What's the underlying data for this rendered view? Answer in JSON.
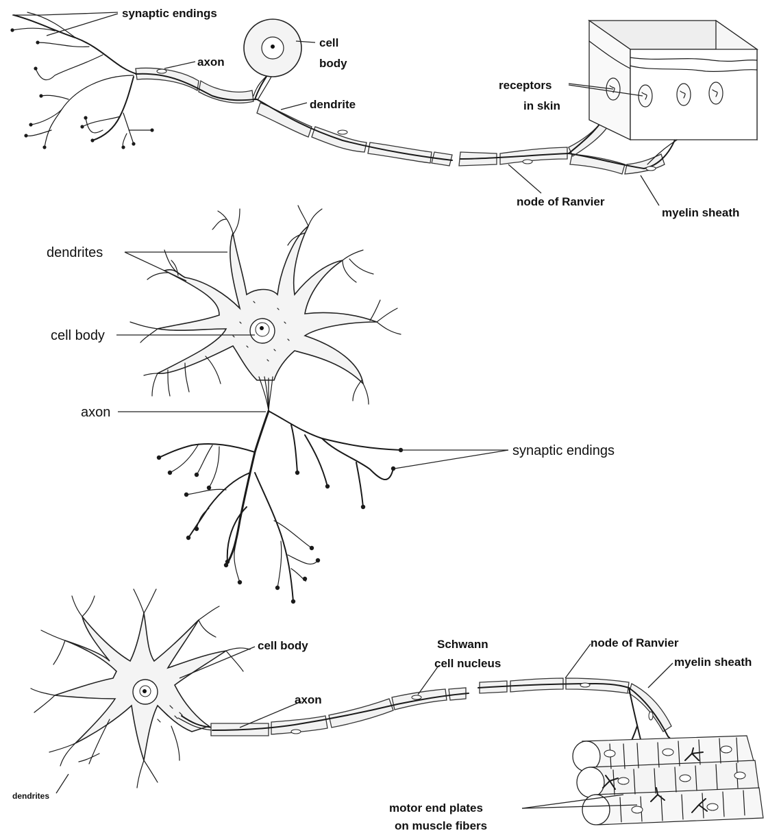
{
  "sensory_neuron": {
    "synaptic_endings": "synaptic endings",
    "axon": "axon",
    "cell_body_line1": "cell",
    "cell_body_line2": "body",
    "dendrite": "dendrite",
    "receptors_line1": "receptors",
    "receptors_line2": "in skin",
    "node_of_ranvier": "node of Ranvier",
    "myelin_sheath": "myelin sheath"
  },
  "interneuron": {
    "dendrites": "dendrites",
    "cell_body": "cell body",
    "axon": "axon",
    "synaptic_endings": "synaptic endings"
  },
  "motor_neuron": {
    "cell_body": "cell body",
    "schwann_line1": "Schwann",
    "schwann_line2": "cell nucleus",
    "node_of_ranvier": "node of Ranvier",
    "myelin_sheath": "myelin sheath",
    "axon": "axon",
    "dendrites": "dendrites",
    "motor_line1": "motor end plates",
    "motor_line2": "on muscle fibers"
  },
  "colors": {
    "ink": "#1a1a1a",
    "sheath": "#f2f2f2",
    "background": "#ffffff"
  }
}
